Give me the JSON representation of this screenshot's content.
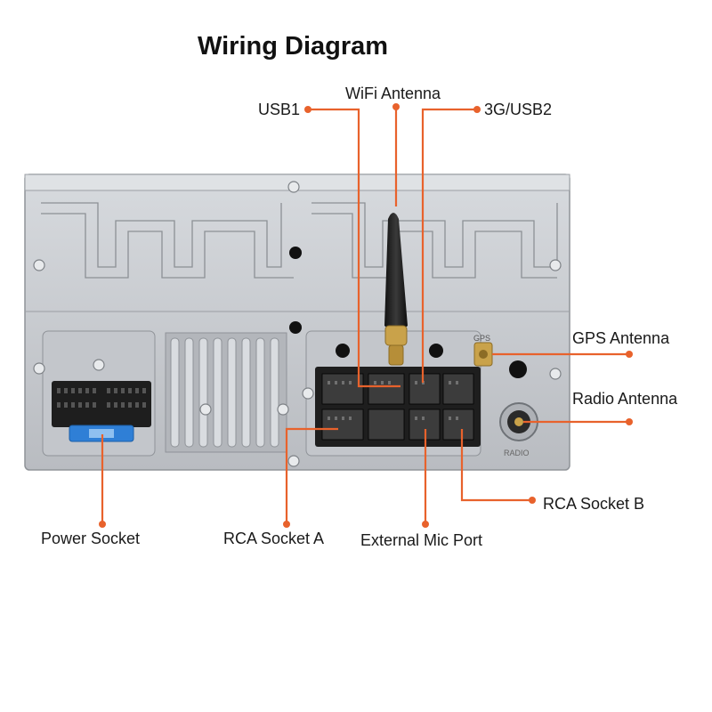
{
  "title": "Wiring Diagram",
  "colors": {
    "leader": "#e8622c",
    "panel": "#c9ccd1",
    "connector": "#1e1e1e",
    "fuse": "#2f7fd6",
    "antenna": "#202020",
    "gold": "#c9a24a"
  },
  "labels": {
    "usb1": "USB1",
    "wifi": "WiFi Antenna",
    "usb2": "3G/USB2",
    "gps": "GPS Antenna",
    "radio": "Radio Antenna",
    "rca_b": "RCA Socket B",
    "power": "Power Socket",
    "rca_a": "RCA Socket A",
    "mic": "External Mic Port"
  },
  "device_markings": {
    "gps": "GPS",
    "radio": "RADIO"
  }
}
